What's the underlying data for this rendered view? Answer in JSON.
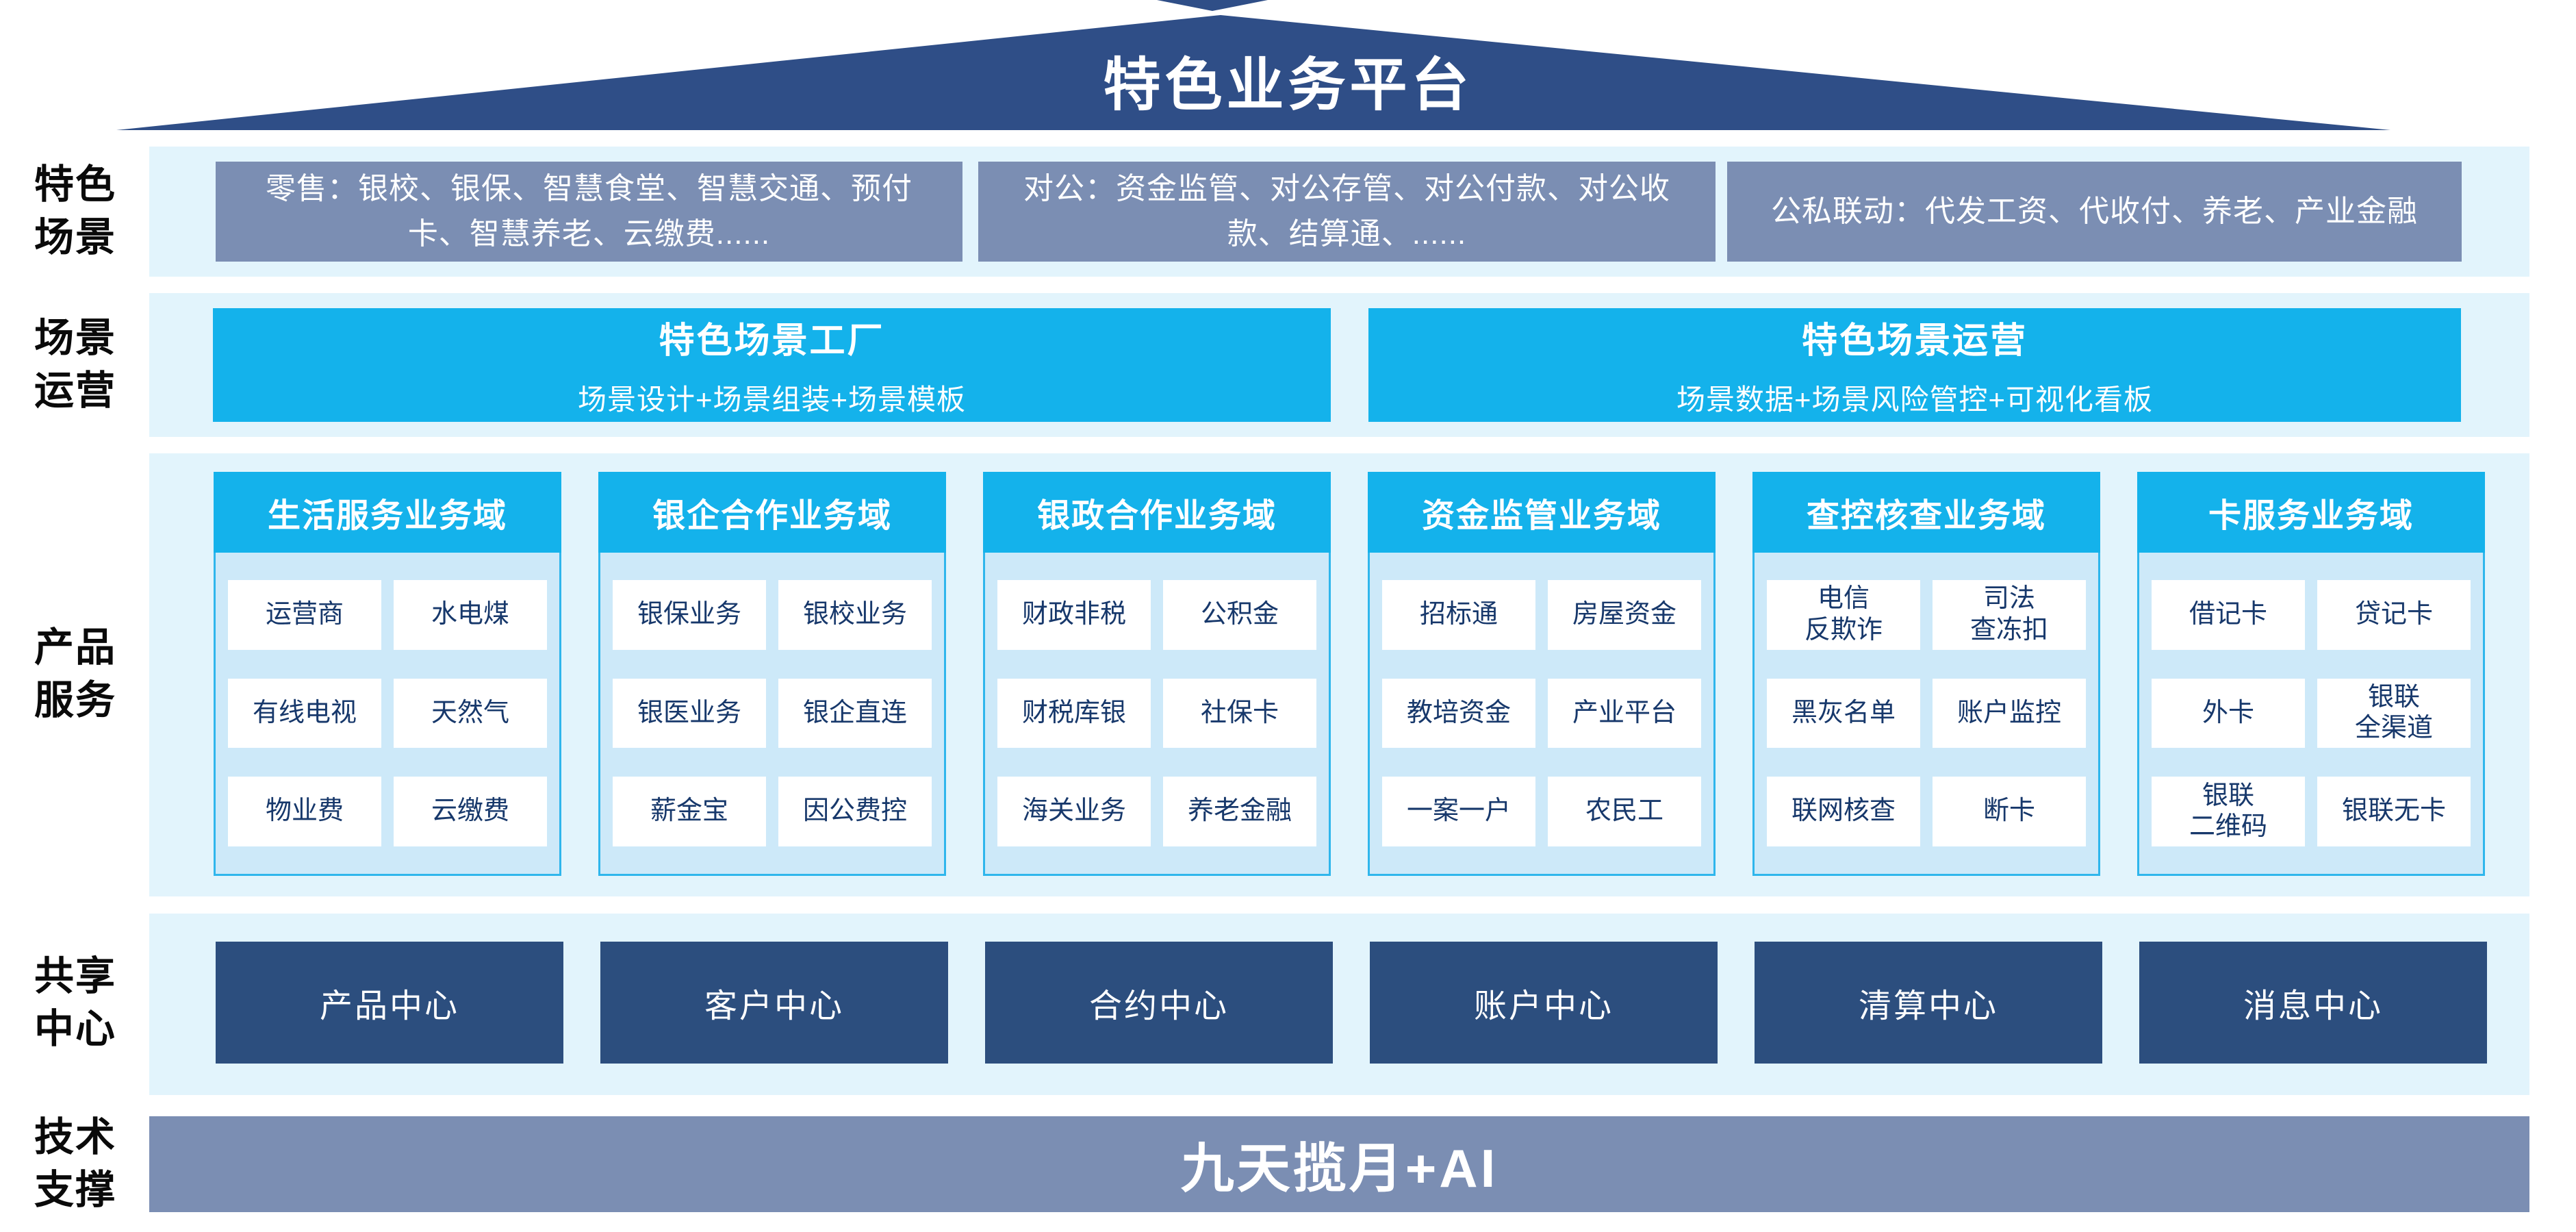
{
  "banner": {
    "title": "特色业务平台"
  },
  "side_labels": {
    "scene": "特色\n场景",
    "operation": "场景\n运营",
    "product": "产品\n服务",
    "share": "共享\n中心",
    "tech": "技术\n支撑"
  },
  "scene_row": {
    "boxes": [
      {
        "text": "零售：银校、银保、智慧食堂、智慧交通、预付卡、智慧养老、云缴费......"
      },
      {
        "text": "对公：资金监管、对公存管、对公付款、对公收款、结算通、......"
      },
      {
        "text": "公私联动：代发工资、代收付、养老、产业金融"
      }
    ]
  },
  "operation_row": {
    "boxes": [
      {
        "title": "特色场景工厂",
        "subtitle": "场景设计+场景组装+场景模板"
      },
      {
        "title": "特色场景运营",
        "subtitle": "场景数据+场景风险管控+可视化看板"
      }
    ]
  },
  "product_row": {
    "columns": [
      {
        "header": "生活服务业务域",
        "cells": [
          "运营商",
          "水电煤",
          "有线电视",
          "天然气",
          "物业费",
          "云缴费"
        ]
      },
      {
        "header": "银企合作业务域",
        "cells": [
          "银保业务",
          "银校业务",
          "银医业务",
          "银企直连",
          "薪金宝",
          "因公费控"
        ]
      },
      {
        "header": "银政合作业务域",
        "cells": [
          "财政非税",
          "公积金",
          "财税库银",
          "社保卡",
          "海关业务",
          "养老金融"
        ]
      },
      {
        "header": "资金监管业务域",
        "cells": [
          "招标通",
          "房屋资金",
          "教培资金",
          "产业平台",
          "一案一户",
          "农民工"
        ]
      },
      {
        "header": "查控核查业务域",
        "cells": [
          "电信\n反欺诈",
          "司法\n查冻扣",
          "黑灰名单",
          "账户监控",
          "联网核查",
          "断卡"
        ]
      },
      {
        "header": "卡服务业务域",
        "cells": [
          "借记卡",
          "贷记卡",
          "外卡",
          "银联\n全渠道",
          "银联\n二维码",
          "银联无卡"
        ]
      }
    ]
  },
  "share_row": {
    "boxes": [
      "产品中心",
      "客户中心",
      "合约中心",
      "账户中心",
      "清算中心",
      "消息中心"
    ]
  },
  "tech_row": {
    "bar": "九天揽月+AI"
  },
  "colors": {
    "roof_navy": "#2F4E87",
    "slate_blue": "#7B8EB3",
    "cyan": "#14B2EB",
    "panel_light_blue": "#E2F4FC",
    "column_body_blue": "#CDE9F9",
    "column_border_cyan": "#2FB6EC",
    "cell_text_navy": "#17386B",
    "share_navy": "#2C4E7E"
  }
}
